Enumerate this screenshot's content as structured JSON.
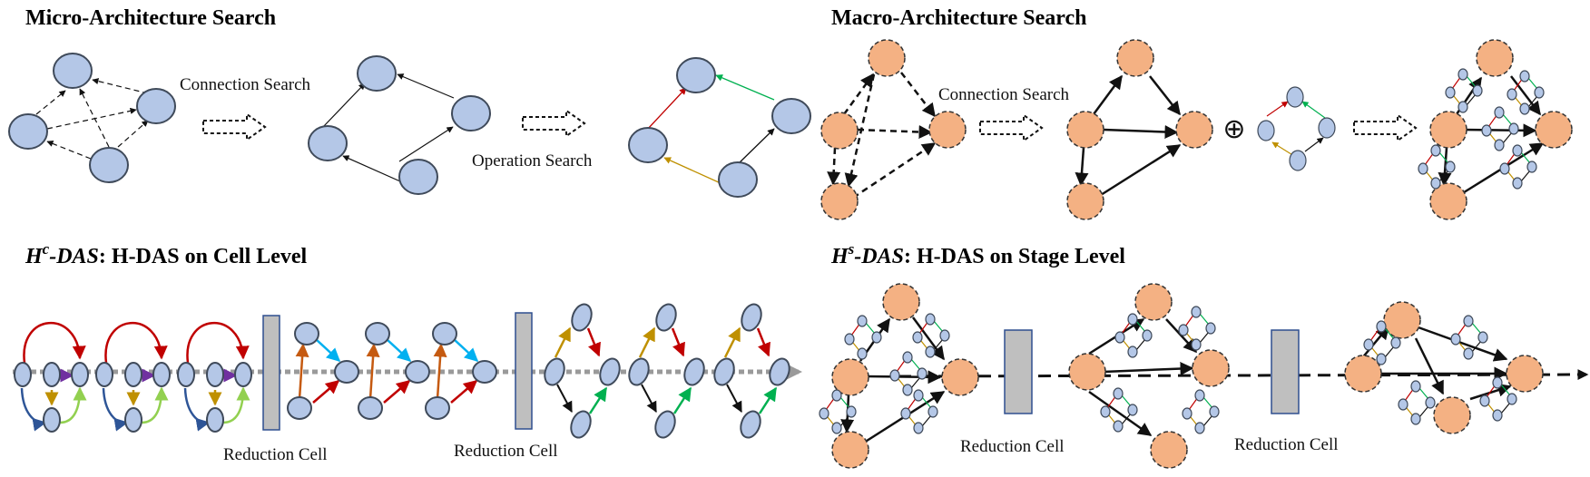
{
  "titles": {
    "micro": "Micro-Architecture Search",
    "macro": "Macro-Architecture Search",
    "cell_prefix": "H",
    "cell_sup": "c",
    "cell_italic": "-DAS",
    "cell_rest": ": H-DAS on Cell Level",
    "stage_prefix": "H",
    "stage_sup": "s",
    "stage_italic": "-DAS",
    "stage_rest": ": H-DAS on Stage Level"
  },
  "labels": {
    "connection_search": "Connection Search",
    "operation_search": "Operation Search",
    "macro_connection_search": "Connection Search",
    "oplus": "⊕",
    "reduction_cell_1": "Reduction Cell",
    "reduction_cell_2": "Reduction Cell",
    "reduction_cell_3": "Reduction Cell",
    "reduction_cell_4": "Reduction Cell"
  },
  "colors": {
    "cell_node": "#b4c7e7",
    "stage_node": "#f4b183",
    "red_edge": "#c00000",
    "green_edge": "#00b050",
    "gold_edge": "#bf9000",
    "blue_edge": "#2e5597",
    "lightgreen_edge": "#92d050",
    "purple_edge": "#7030a0",
    "orange_edge": "#c55a11",
    "cyan_edge": "#00b0f0",
    "reduction_cell": "#bfbfbf"
  }
}
